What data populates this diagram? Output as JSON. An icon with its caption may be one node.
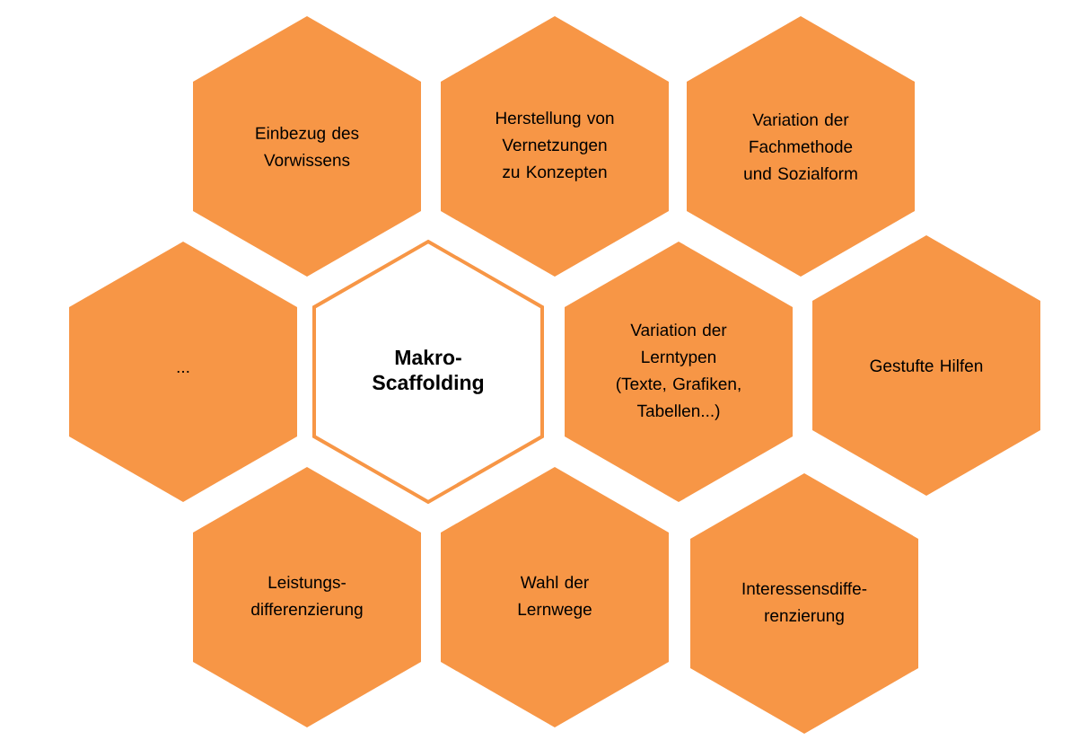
{
  "diagram": {
    "nodes": [
      {
        "text": [
          "Einbezug des Vorwissens"
        ]
      },
      {
        "text": [
          "Herstellung von Vernetzungen zu Konzepten"
        ]
      },
      {
        "text": [
          "Variation der Fachmethode und Sozialform"
        ]
      },
      {
        "text": [
          "..."
        ]
      },
      {
        "text": [
          "Makro-Scaffolding"
        ]
      },
      {
        "text": [
          "Variation der Lerntypen (Texte, Grafiken, Tabellen...)"
        ]
      },
      {
        "text": [
          "Gestufte Hilfen"
        ]
      },
      {
        "text": [
          "Leistungs-differenzierung"
        ]
      },
      {
        "text": [
          "Wahl der Lernwege"
        ]
      },
      {
        "text": [
          "Interessensdiffe-renzierung"
        ]
      }
    ]
  }
}
